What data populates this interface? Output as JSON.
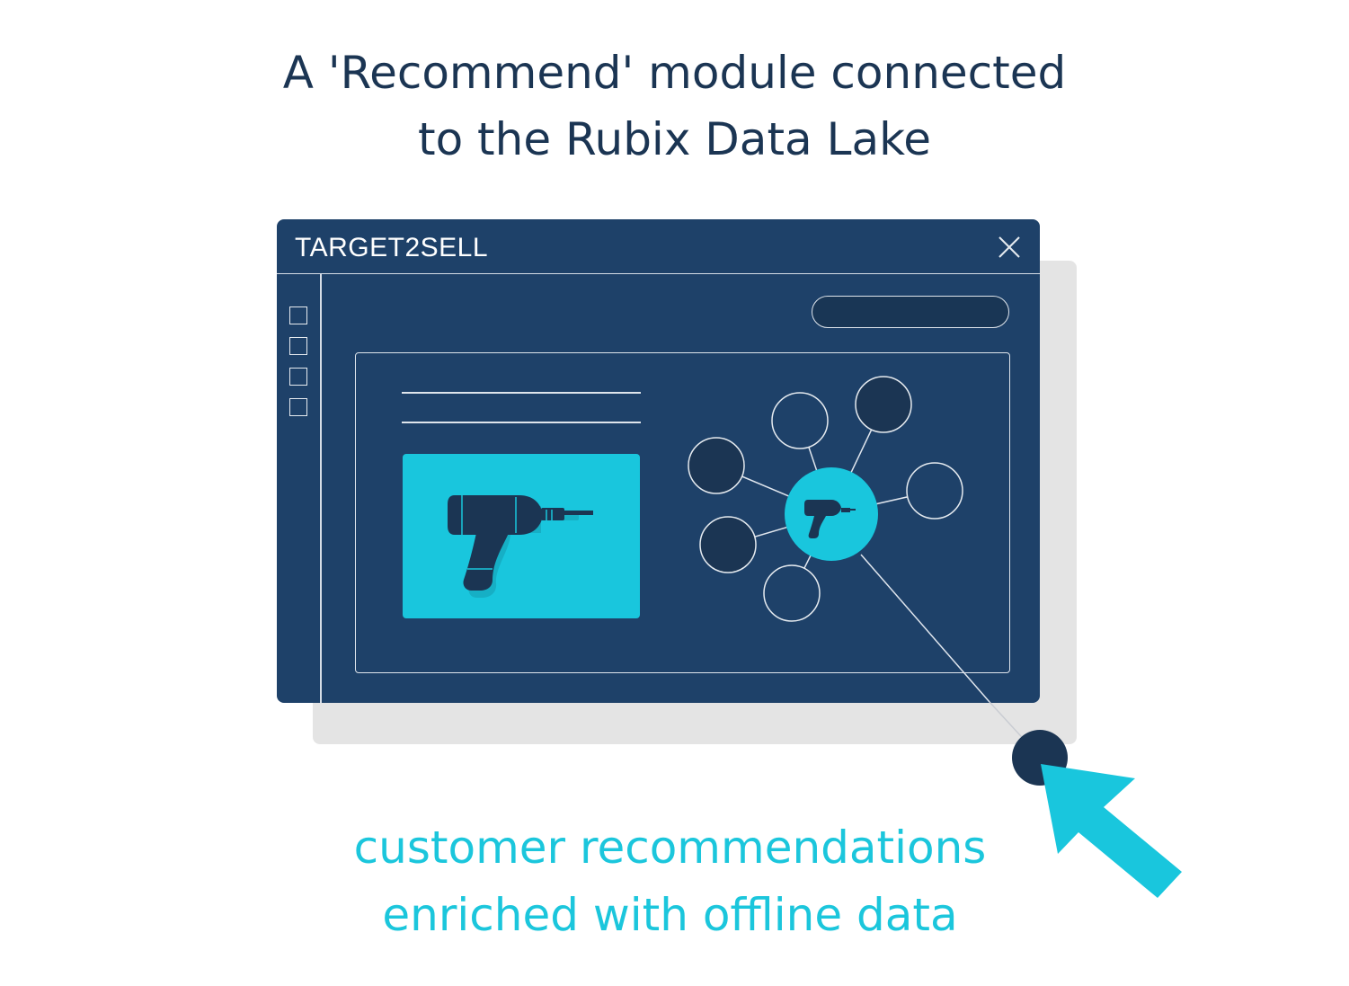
{
  "headline": {
    "line1": "A 'Recommend' module connected",
    "line2": "to the Rubix Data Lake"
  },
  "window": {
    "app_name": "TARGET2SELL",
    "close_icon": "close-icon",
    "sidebar_icons": [
      "checkbox-icon",
      "checkbox-icon",
      "checkbox-icon",
      "checkbox-icon"
    ],
    "search_placeholder": ""
  },
  "product": {
    "icon": "power-drill-icon"
  },
  "graph": {
    "center_icon": "power-drill-icon",
    "node_count": 7
  },
  "pointer": {
    "icon": "arrow-cursor-icon"
  },
  "caption": {
    "line1": "customer recommendations",
    "line2": "enriched with offline data"
  },
  "colors": {
    "navy": "#1e4169",
    "dark_navy": "#1b3553",
    "accent_cyan": "#19c6dd",
    "shadow_gray": "#e4e4e4"
  }
}
